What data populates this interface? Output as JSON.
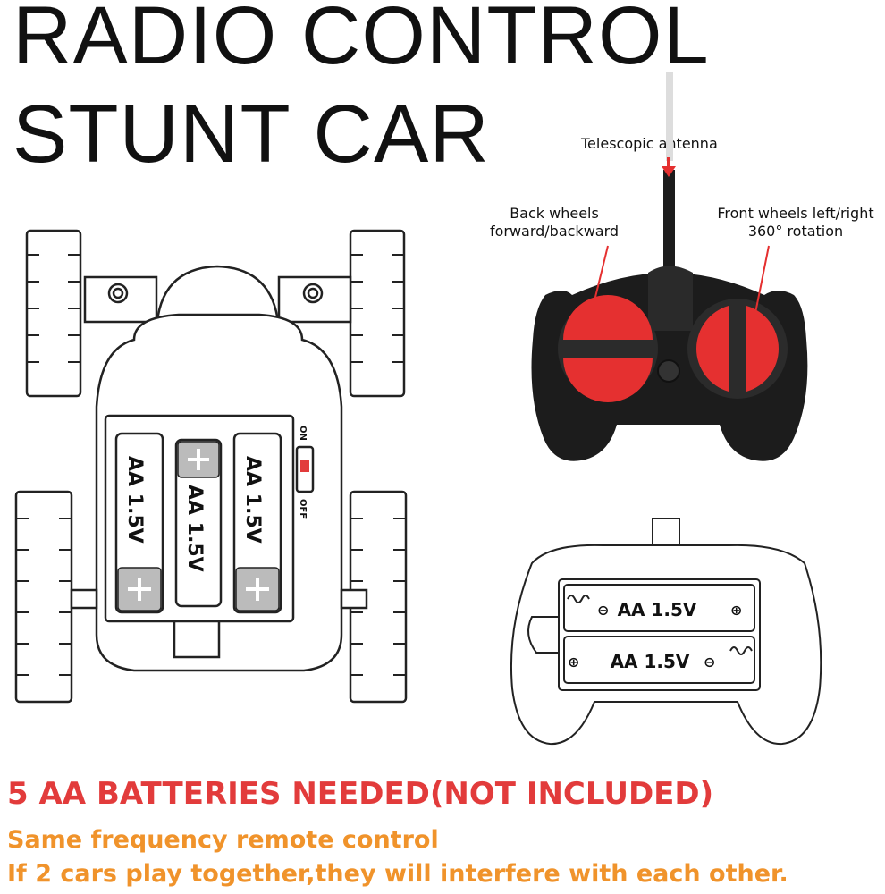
{
  "title": {
    "line1": "RADIO CONTROL",
    "line2": "STUNT CAR"
  },
  "car_diagram": {
    "batteries": [
      "AA 1.5V",
      "AA 1.5V",
      "AA 1.5V"
    ],
    "switch_on": "ON",
    "switch_off": "OFF"
  },
  "remote": {
    "antenna_label": "Telescopic antenna",
    "left_label": "Back wheels\nforward/backward",
    "right_label": "Front wheels left/right\n360° rotation",
    "body_color": "#1c1c1c",
    "button_color": "#e53030"
  },
  "remote_diagram": {
    "batteries": [
      "AA 1.5V",
      "AA 1.5V"
    ]
  },
  "notes": {
    "main": "5 AA BATTERIES NEEDED(NOT INCLUDED)",
    "sub1": "Same frequency remote control",
    "sub2": "If 2 cars play together,they will interfere with each other."
  }
}
